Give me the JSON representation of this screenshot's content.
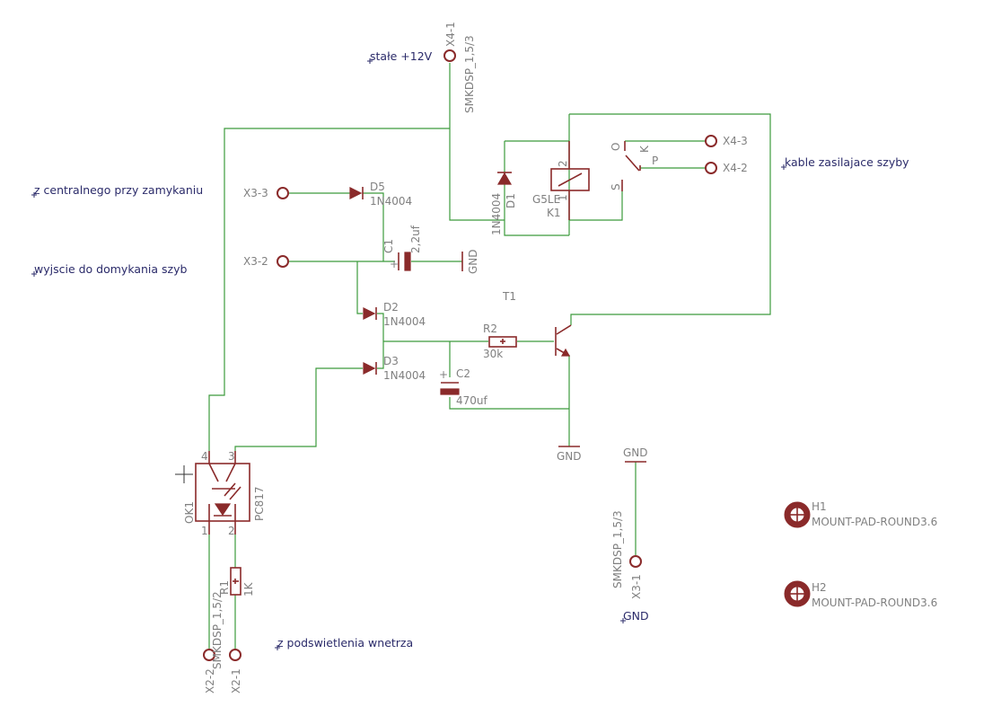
{
  "notes": {
    "stale": "stałe +12V",
    "kable": "kable zasilajace szyby",
    "centralny": "z centralnego przy zamykaniu",
    "wyjscie": "wyjscie do domykania szyb",
    "podswietlenie": "z podswietlenia wnetrza",
    "gnd": "GND"
  },
  "connectors": {
    "x4_1": "X4-1",
    "x4_2": "X4-2",
    "x4_3": "X4-3",
    "x3_1": "X3-1",
    "x3_2": "X3-2",
    "x3_3": "X3-3",
    "x2_1": "X2-1",
    "x2_2": "X2-2",
    "smkdsp_x4": "SMKDSP_1,5/3",
    "smkdsp_x3": "SMKDSP_1,5/3",
    "smkdsp_x2": "SMKDSP_1,5/2"
  },
  "components": {
    "d1_name": "D1",
    "d1_value": "1N4004",
    "d2_name": "D2",
    "d2_value": "1N4004",
    "d3_name": "D3",
    "d3_value": "1N4004",
    "d5_name": "D5",
    "d5_value": "1N4004",
    "c1_name": "C1",
    "c1_value": "2,2uf",
    "c2_name": "C2",
    "c2_value": "470uf",
    "r1_name": "R1",
    "r1_value": "1K",
    "r2_name": "R2",
    "r2_value": "30k",
    "t1_name": "T1",
    "k1_coil": "G5LE",
    "k1_name": "K1",
    "k1_pin_o": "O",
    "k1_pin_p": "P",
    "k1_pin_s": "S",
    "k1_pin_1": "1",
    "k1_pin_2": "2",
    "k1_label": "K",
    "ok1_name": "OK1",
    "ok1_value": "PC817",
    "ok1_pin1": "1",
    "ok1_pin2": "2",
    "ok1_pin3": "3",
    "ok1_pin4": "4",
    "gnd1": "GND",
    "gnd2": "GND",
    "gnd3": "GND",
    "h1_name": "H1",
    "h1_value": "MOUNT-PAD-ROUND3.6",
    "h2_name": "H2",
    "h2_value": "MOUNT-PAD-ROUND3.6"
  },
  "colors": {
    "wire": "#3c9b3c",
    "symbol": "#8a2a2a",
    "label": "#808080",
    "note": "#2b2b6a"
  }
}
